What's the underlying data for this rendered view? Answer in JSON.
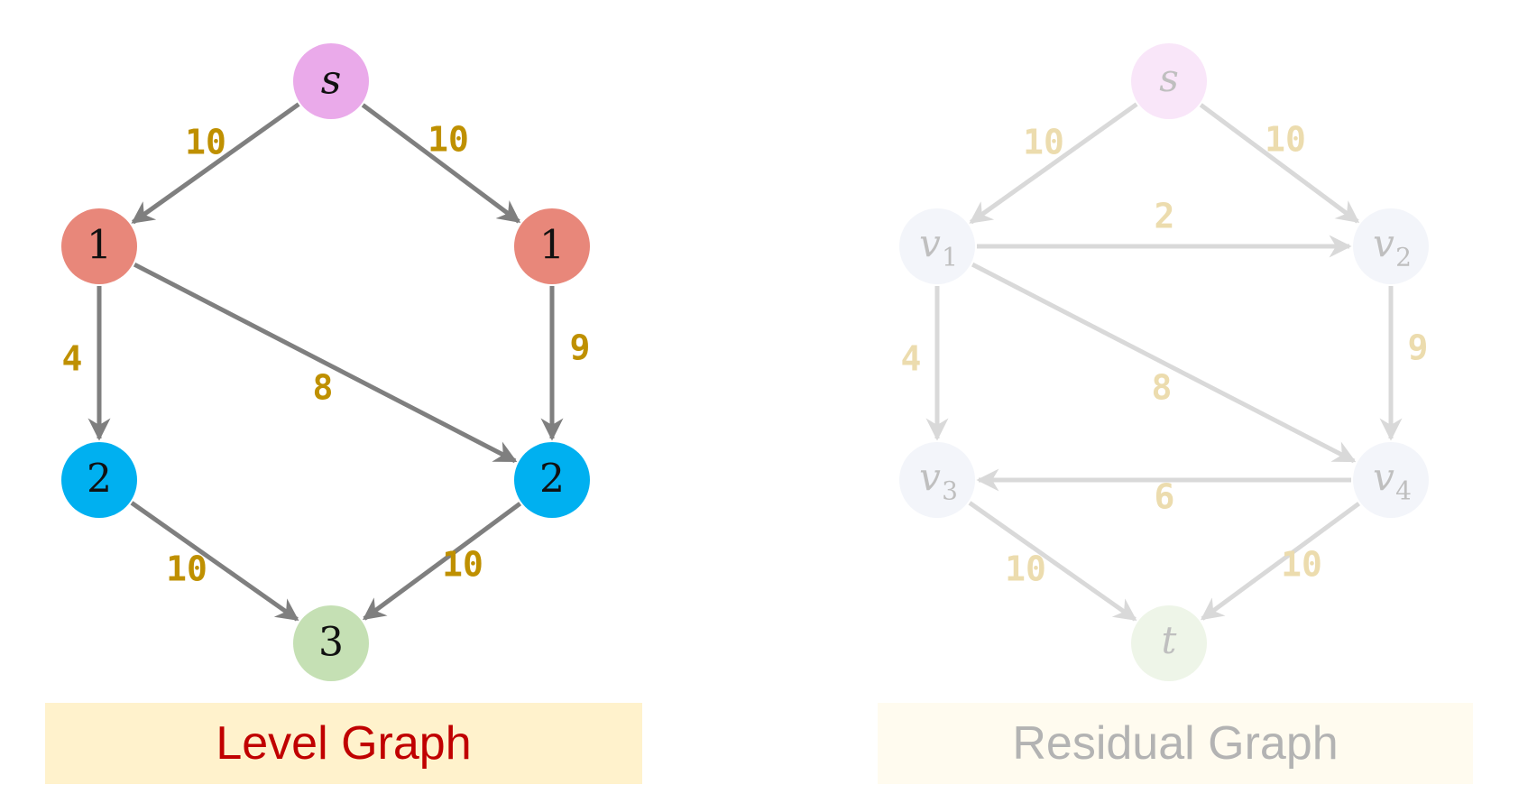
{
  "level_graph": {
    "caption": "Level Graph",
    "nodes": [
      {
        "id": "s",
        "label": "s",
        "italic": true,
        "color": "#eaaaea"
      },
      {
        "id": "a",
        "label": "1",
        "color": "#e8877a"
      },
      {
        "id": "b",
        "label": "1",
        "color": "#e8877a"
      },
      {
        "id": "c",
        "label": "2",
        "color": "#00b0f0"
      },
      {
        "id": "d",
        "label": "2",
        "color": "#00b0f0"
      },
      {
        "id": "e",
        "label": "3",
        "color": "#c5e0b4"
      }
    ],
    "edges": [
      {
        "from": "s",
        "to": "a",
        "capacity": "10"
      },
      {
        "from": "s",
        "to": "b",
        "capacity": "10"
      },
      {
        "from": "a",
        "to": "c",
        "capacity": "4"
      },
      {
        "from": "a",
        "to": "d",
        "capacity": "8"
      },
      {
        "from": "b",
        "to": "d",
        "capacity": "9"
      },
      {
        "from": "c",
        "to": "e",
        "capacity": "10"
      },
      {
        "from": "d",
        "to": "e",
        "capacity": "10"
      }
    ]
  },
  "residual_graph": {
    "caption": "Residual Graph",
    "nodes": [
      {
        "id": "s",
        "label": "s",
        "sub": "",
        "color": "#f9e6f9"
      },
      {
        "id": "v1",
        "label": "v",
        "sub": "1",
        "color": "#f3f5fa"
      },
      {
        "id": "v2",
        "label": "v",
        "sub": "2",
        "color": "#f3f5fa"
      },
      {
        "id": "v3",
        "label": "v",
        "sub": "3",
        "color": "#f3f5fa"
      },
      {
        "id": "v4",
        "label": "v",
        "sub": "4",
        "color": "#f3f5fa"
      },
      {
        "id": "t",
        "label": "t",
        "sub": "",
        "color": "#eef5e8"
      }
    ],
    "edges": [
      {
        "from": "s",
        "to": "v1",
        "capacity": "10"
      },
      {
        "from": "s",
        "to": "v2",
        "capacity": "10"
      },
      {
        "from": "v1",
        "to": "v2",
        "capacity": "2"
      },
      {
        "from": "v1",
        "to": "v3",
        "capacity": "4"
      },
      {
        "from": "v1",
        "to": "v4",
        "capacity": "8"
      },
      {
        "from": "v2",
        "to": "v4",
        "capacity": "9"
      },
      {
        "from": "v4",
        "to": "v3",
        "capacity": "6"
      },
      {
        "from": "v3",
        "to": "t",
        "capacity": "10"
      },
      {
        "from": "v4",
        "to": "t",
        "capacity": "10"
      }
    ]
  },
  "colors": {
    "edge": "#7f7f7f",
    "edge_faded": "#d9d9d9",
    "capacity": "#bf9000",
    "capacity_faded": "#ecdcae",
    "level_caption_bg": "#fff2cc",
    "level_caption_text": "#c00000",
    "residual_caption_bg": "#fffbef",
    "residual_caption_text": "#b3b3b3"
  }
}
